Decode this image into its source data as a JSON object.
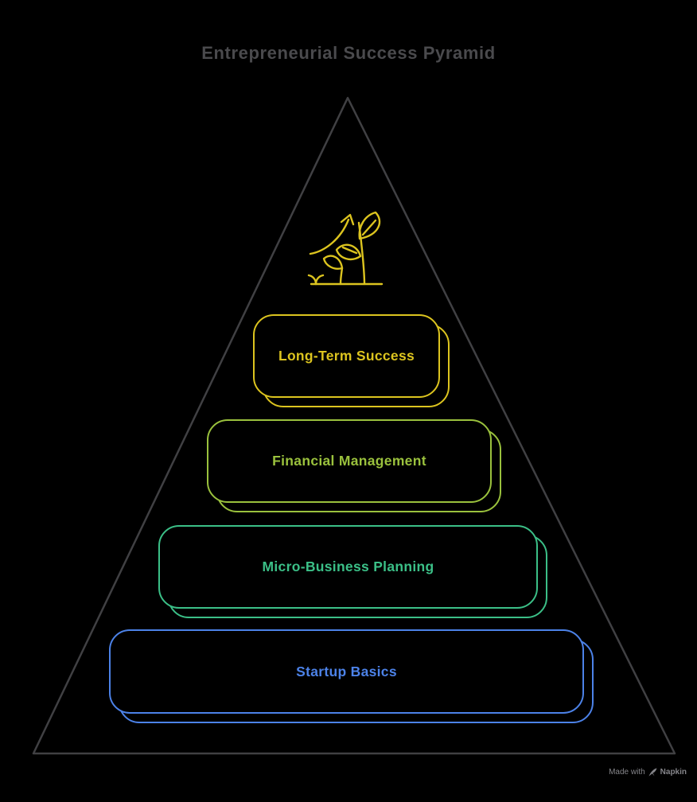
{
  "title": "Entrepreneurial Success Pyramid",
  "colors": {
    "background": "#000000",
    "title": "#4a4a4d",
    "pyramid_outline": "#404043",
    "growth_icon": "#dcc41f",
    "watermark": "#85858a"
  },
  "pyramid": {
    "levels": [
      {
        "label": "Long-Term Success",
        "color": "#dcc41f"
      },
      {
        "label": "Financial Management",
        "color": "#9ac13d"
      },
      {
        "label": "Micro-Business Planning",
        "color": "#3bbf87"
      },
      {
        "label": "Startup Basics",
        "color": "#4c82e8"
      }
    ]
  },
  "icons": {
    "growth_icon": "sprouting-plants-with-rising-arrow",
    "watermark_icon": "napkin-logo"
  },
  "watermark": {
    "prefix": "Made with",
    "brand": "Napkin"
  }
}
